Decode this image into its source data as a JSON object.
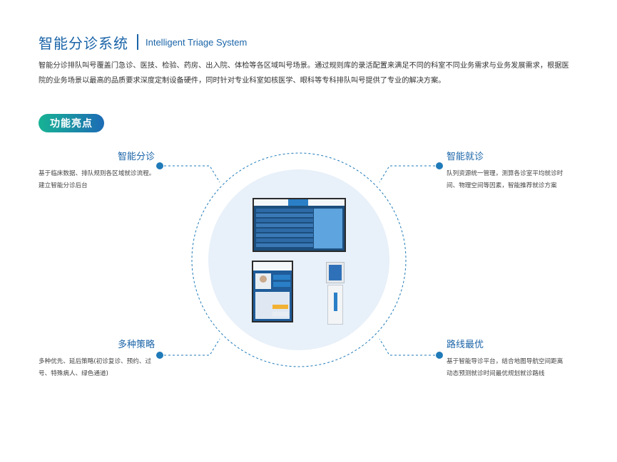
{
  "header": {
    "title_cn": "智能分诊系统",
    "title_en": "Intelligent Triage System"
  },
  "intro": "智能分诊排队叫号覆盖门急诊、医技、检验、药房、出入院、体检等各区域叫号场景。通过规则库的录活配置来满足不同的科室不同业务需求与业务发展需求，根据医院的业务场景以最高的品质要求深度定制设备硬件，同时针对专业科室如核医学、眼科等专科排队叫号提供了专业的解决方案。",
  "section_badge": "功能亮点",
  "features": {
    "smart_triage": {
      "title": "智能分诊",
      "desc": "基于临床数据、排队规则各区域就诊流程。建立智能分诊后台"
    },
    "smart_visit": {
      "title": "智能就诊",
      "desc": "队列资源统一管理，测算各诊室平均就诊时间、物理空间等因素，智能推荐就诊方案"
    },
    "multi_strategy": {
      "title": "多种策略",
      "desc": "多种优先、延后策略(初诊复诊、预约、过号、特殊病人、绿色通道)"
    },
    "best_route": {
      "title": "路线最优",
      "desc": "基于智能导诊平台，结合地图导航空间距离动态预测就诊时间最优规划就诊路线"
    }
  },
  "colors": {
    "accent_blue": "#1a64a8",
    "dot_blue": "#1f7ab8",
    "badge_start": "#17b394",
    "badge_end": "#1d6bb5",
    "circle_fill": "#e8f0f9"
  },
  "devices": {
    "display_screen": "display-screen-icon",
    "tablet_terminal": "tablet-terminal-icon",
    "kiosk": "kiosk-icon"
  }
}
